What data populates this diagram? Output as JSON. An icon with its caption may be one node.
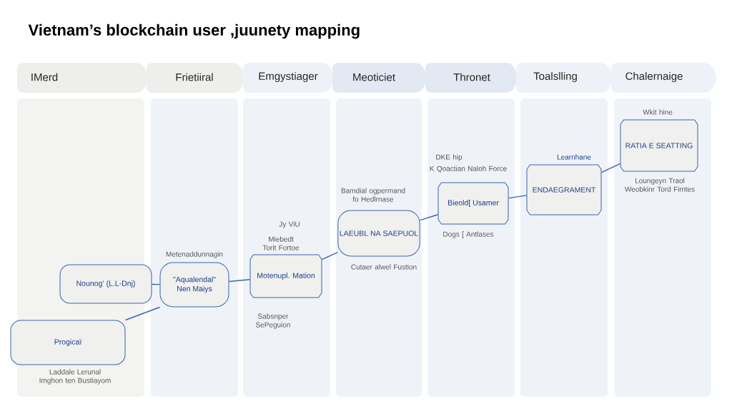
{
  "diagram": {
    "title": "Vietnam’s blockchain user ,juunety mapping",
    "nodes": [
      {
        "text": [
          "IMerd"
        ]
      },
      {
        "text": [
          "Frietiiral"
        ]
      },
      {
        "text": [
          "Emgystiager"
        ]
      },
      {
        "text": [
          "Meoticiet"
        ]
      },
      {
        "text": [
          "Thronet"
        ]
      },
      {
        "text": [
          "Toalslling"
        ]
      },
      {
        "text": [
          "Chalernaige"
        ]
      },
      {
        "text": [
          "Nounog’ (L.L-Dnj)"
        ]
      },
      {
        "text": [
          "Progicaï"
        ],
        "beside": [
          "Laddale Lerunal Imghon ten Bustiayom"
        ]
      },
      {
        "text": [
          "\"Aqualendal\"",
          "Nen Maiys"
        ],
        "beside": [
          "Metenaddunnagin"
        ]
      },
      {
        "text": [
          "Motenupl. Mation"
        ],
        "beside": [
          "Jy ViU",
          "Miebedt Torit Fortoe",
          "Sabsnper SePeguion"
        ]
      },
      {
        "text": [
          "LAEUBL NA SAEPUOL"
        ],
        "beside": [
          "Bamdial ogpermand fo Hedlrnase",
          "Cutaer alwel Fustion"
        ]
      },
      {
        "text": [
          "Bieold[ Usamer"
        ],
        "beside": [
          "DKE hip",
          "K Qoactian Naloh Force",
          "Dogs [ Antlases"
        ]
      },
      {
        "text": [
          "ENDAEGRAMENT"
        ],
        "beside": [
          "Learnhane"
        ]
      },
      {
        "text": [
          "RATIA E SEATTING"
        ],
        "beside": [
          "Wkit hine",
          "Loungeyn Traol Weobkinr Tord Fimtes"
        ]
      }
    ],
    "edges": [
      {
        "from": 8,
        "to": 9,
        "arrow": "none"
      },
      {
        "from": 7,
        "to": 9,
        "arrow": "none"
      },
      {
        "from": 9,
        "to": 10,
        "arrow": "none"
      },
      {
        "from": 10,
        "to": 11,
        "arrow": "none"
      },
      {
        "from": 11,
        "to": 12,
        "arrow": "none"
      },
      {
        "from": 12,
        "to": 13,
        "arrow": "none"
      },
      {
        "from": 13,
        "to": 14,
        "arrow": "none"
      }
    ]
  }
}
